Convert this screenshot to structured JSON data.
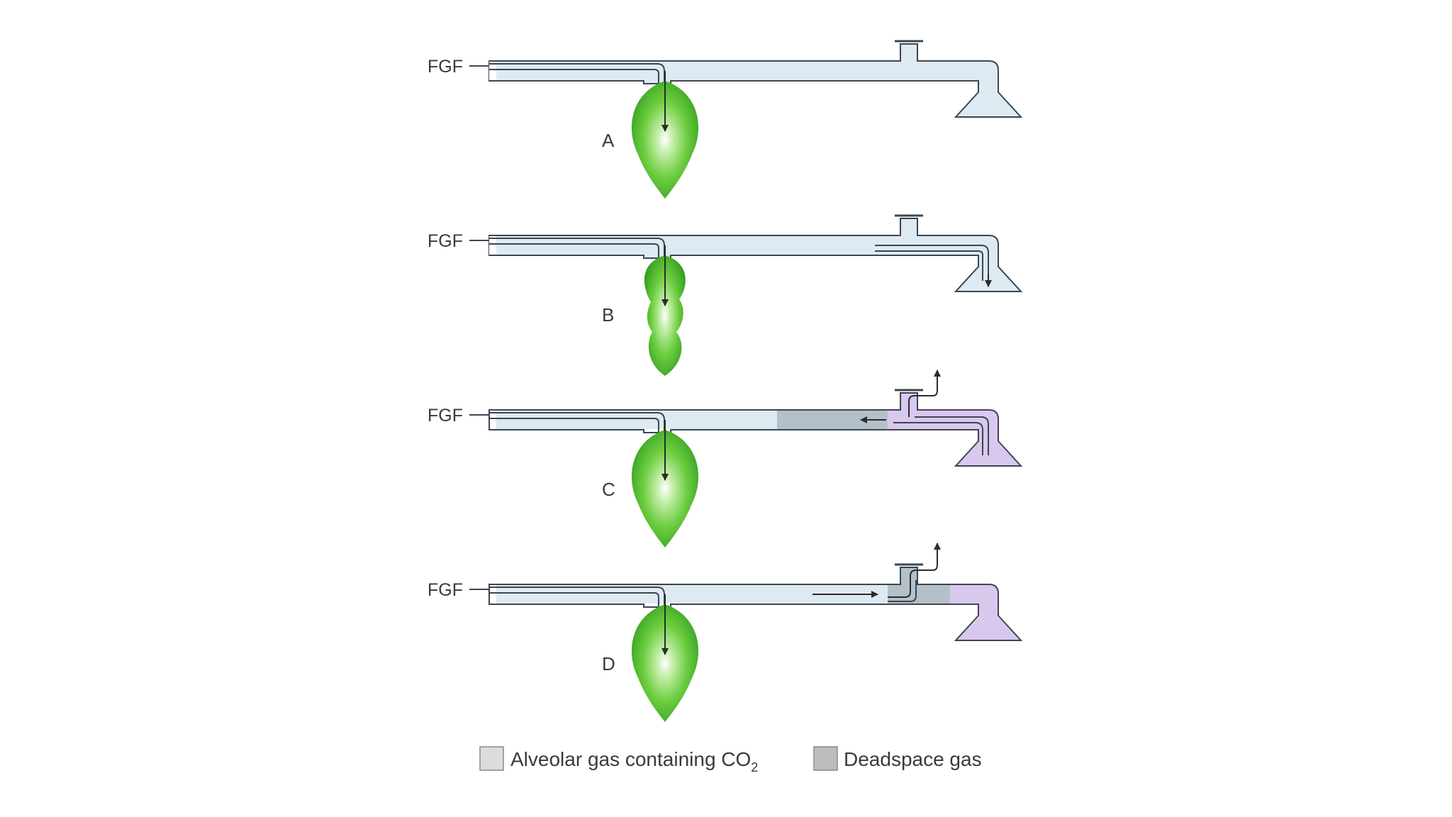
{
  "panels": [
    {
      "id": "A",
      "fgf_label": "FGF",
      "letter": "A"
    },
    {
      "id": "B",
      "fgf_label": "FGF",
      "letter": "B"
    },
    {
      "id": "C",
      "fgf_label": "FGF",
      "letter": "C"
    },
    {
      "id": "D",
      "fgf_label": "FGF",
      "letter": "D"
    }
  ],
  "legend": {
    "alveolar_label": "Alveolar gas containing CO",
    "alveolar_subscript": "2",
    "deadspace_label": "Deadspace gas"
  },
  "colors": {
    "tube_fill": "#deeaf2",
    "tube_stroke": "#3c4652",
    "alveolar_fill": "#d9c8ee",
    "deadspace_fill": "#b4c0c9",
    "legend_alveolar_box": "#dcdcdc",
    "legend_deadspace_box": "#bdbdbd",
    "bag_green": "#4cbf2e"
  }
}
